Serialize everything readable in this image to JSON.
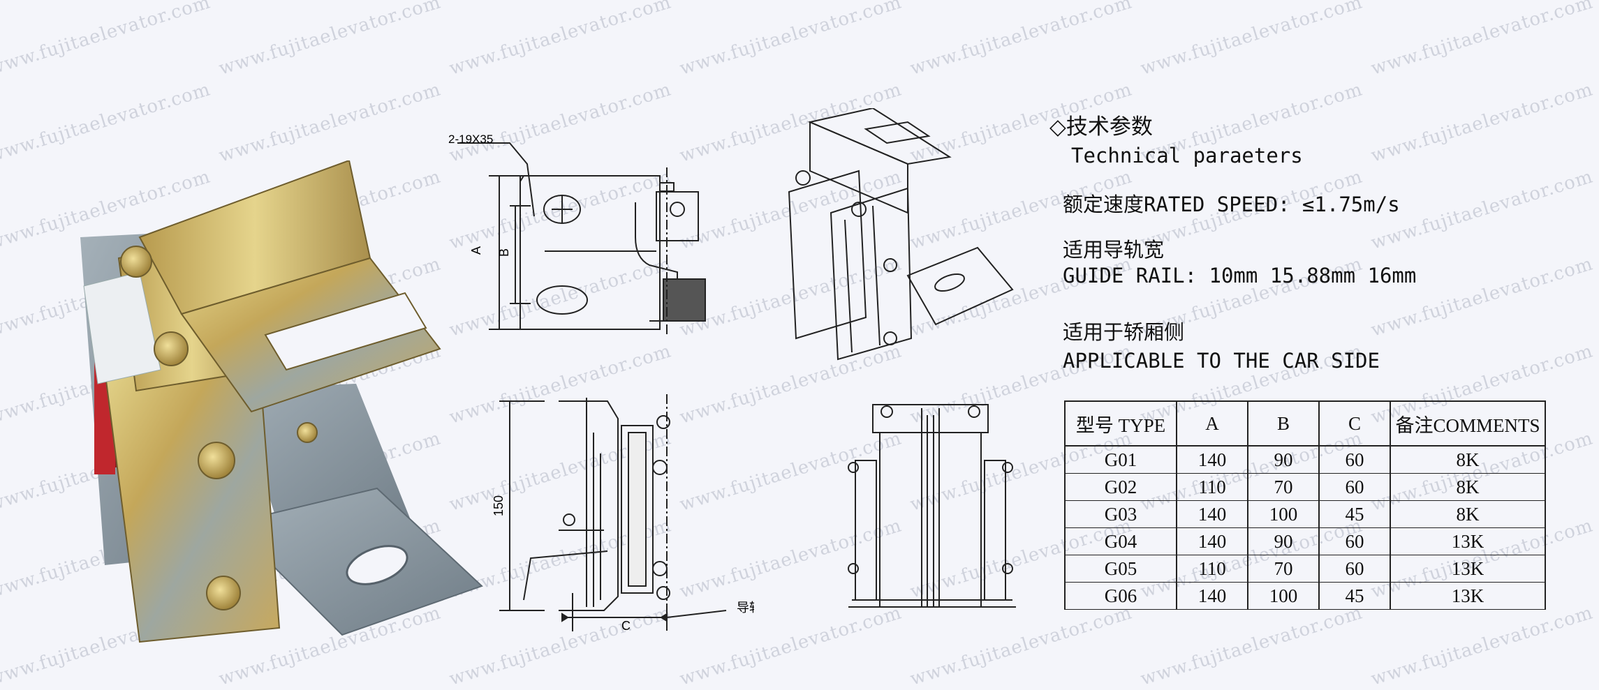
{
  "watermark": "www.fujitaelevator.com",
  "drawing_labels": {
    "hole_callout": "2-19X35",
    "dim_a": "A",
    "dim_b": "B",
    "dim_150": "150",
    "dim_c": "C",
    "rail_face": "导轨面"
  },
  "spec": {
    "heading": "◇技术参数",
    "heading_en": "Technical paraeters",
    "speed": "额定速度RATED SPEED: ≤1.75m/s",
    "rail_cn": "适用导轨宽",
    "rail_en": "GUIDE RAIL: 10mm 15.88mm 16mm",
    "side_cn": "适用于轿厢侧",
    "side_en": "APPLICABLE TO THE CAR SIDE"
  },
  "table": {
    "headers": [
      "型号 TYPE",
      "A",
      "B",
      "C",
      "备注COMMENTS"
    ],
    "rows": [
      [
        "G01",
        "140",
        "90",
        "60",
        "8K"
      ],
      [
        "G02",
        "110",
        "70",
        "60",
        "8K"
      ],
      [
        "G03",
        "140",
        "100",
        "45",
        "8K"
      ],
      [
        "G04",
        "140",
        "90",
        "60",
        "13K"
      ],
      [
        "G05",
        "110",
        "70",
        "60",
        "13K"
      ],
      [
        "G06",
        "140",
        "100",
        "45",
        "13K"
      ]
    ]
  },
  "colors": {
    "background": "#f4f5fa",
    "bracket_zinc": "#c9b56a",
    "body_gray": "#8d9aa3",
    "liner_red": "#c0272d",
    "watermark": "#cfd2dc"
  }
}
